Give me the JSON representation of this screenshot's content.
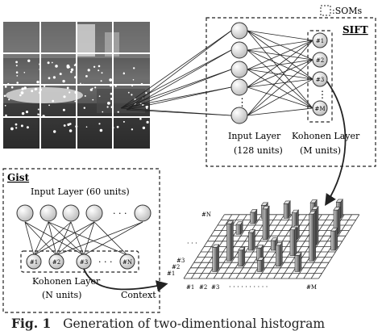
{
  "legend": {
    "soms_label": ":SOMs"
  },
  "sift": {
    "title": "SIFT",
    "input_layer": "Input Layer",
    "input_units": "(128 units)",
    "kohonen_layer": "Kohonen Layer",
    "kohonen_units": "(M units)",
    "nodes": [
      "#1",
      "#2",
      "#3",
      "#M"
    ],
    "ellipsis": "⋮"
  },
  "gist": {
    "title": "Gist",
    "input_layer": "Input Layer (60 units)",
    "kohonen_layer": "Kohonen Layer",
    "kohonen_units": "(N units)",
    "nodes": [
      "#1",
      "#2",
      "#3",
      "#N"
    ],
    "dots": "· · ·",
    "context_label": "Context"
  },
  "histogram": {
    "y_labels": [
      "#N",
      "#3",
      "#2",
      "#1"
    ],
    "x_labels": [
      "#1",
      "#2",
      "#3",
      "#M"
    ]
  },
  "caption": {
    "fig": "Fig. 1",
    "text": "Generation of two-dimentional histogram"
  }
}
